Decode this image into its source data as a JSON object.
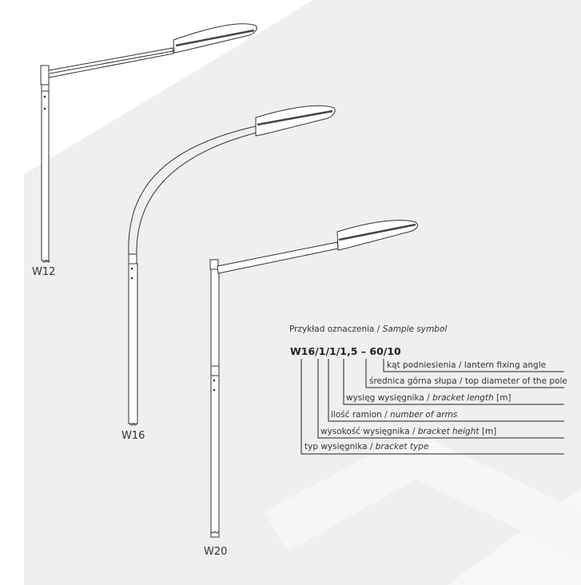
{
  "models": [
    "W12",
    "W16",
    "W20"
  ],
  "legend": {
    "title": "Przykład oznaczenia",
    "title_en": "Sample symbol",
    "code": "W16/1/1/1,5 – 60/10",
    "items": [
      {
        "pl": "kąt podniesienia",
        "en": "lantern fixing angle",
        "unit": ""
      },
      {
        "pl": "średnica górna słupa",
        "en": "top diameter of the pole",
        "unit": ""
      },
      {
        "pl": "wysięg wysięgnika",
        "en": "bracket length",
        "unit": "[m]"
      },
      {
        "pl": "ilość ramion",
        "en": "number of arms",
        "unit": ""
      },
      {
        "pl": "wysokość wysięgnika",
        "en": "bracket height",
        "unit": "[m]"
      },
      {
        "pl": "typ wysięgnika",
        "en": "bracket type",
        "unit": ""
      }
    ]
  }
}
